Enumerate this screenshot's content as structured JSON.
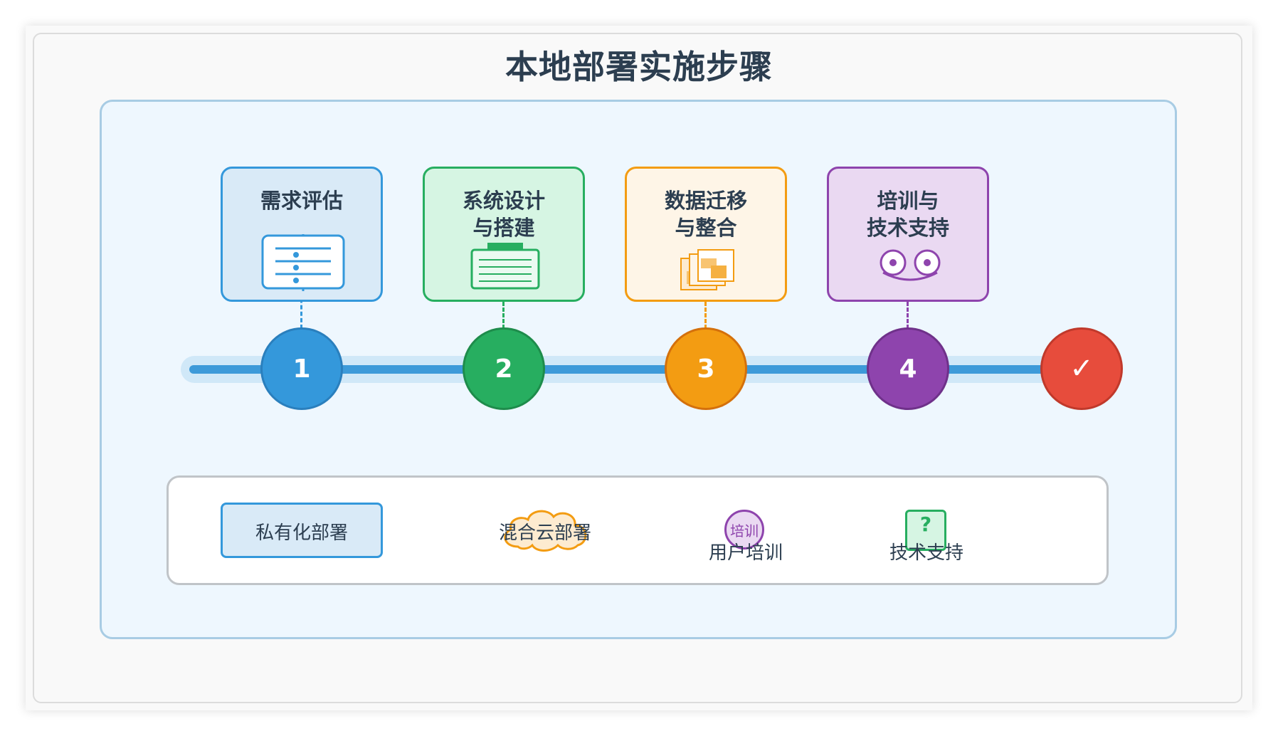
{
  "title": "本地部署实施步骤",
  "steps": [
    {
      "label": "需求评估",
      "number": "1",
      "color": "#3498db",
      "icon": "document-list-icon"
    },
    {
      "label": "系统设计\n与搭建",
      "number": "2",
      "color": "#27ae60",
      "icon": "server-board-icon"
    },
    {
      "label": "数据迁移\n与整合",
      "number": "3",
      "color": "#f39c12",
      "icon": "stacked-windows-icon"
    },
    {
      "label": "培训与\n技术支持",
      "number": "4",
      "color": "#8e44ad",
      "icon": "eyes-icon"
    }
  ],
  "finish": {
    "symbol": "✓",
    "color": "#e74c3c"
  },
  "legend": {
    "private": "私有化部署",
    "hybrid": "混合云部署",
    "training_badge": "培训",
    "training": "用户培训",
    "support_badge": "?",
    "support": "技术支持"
  }
}
